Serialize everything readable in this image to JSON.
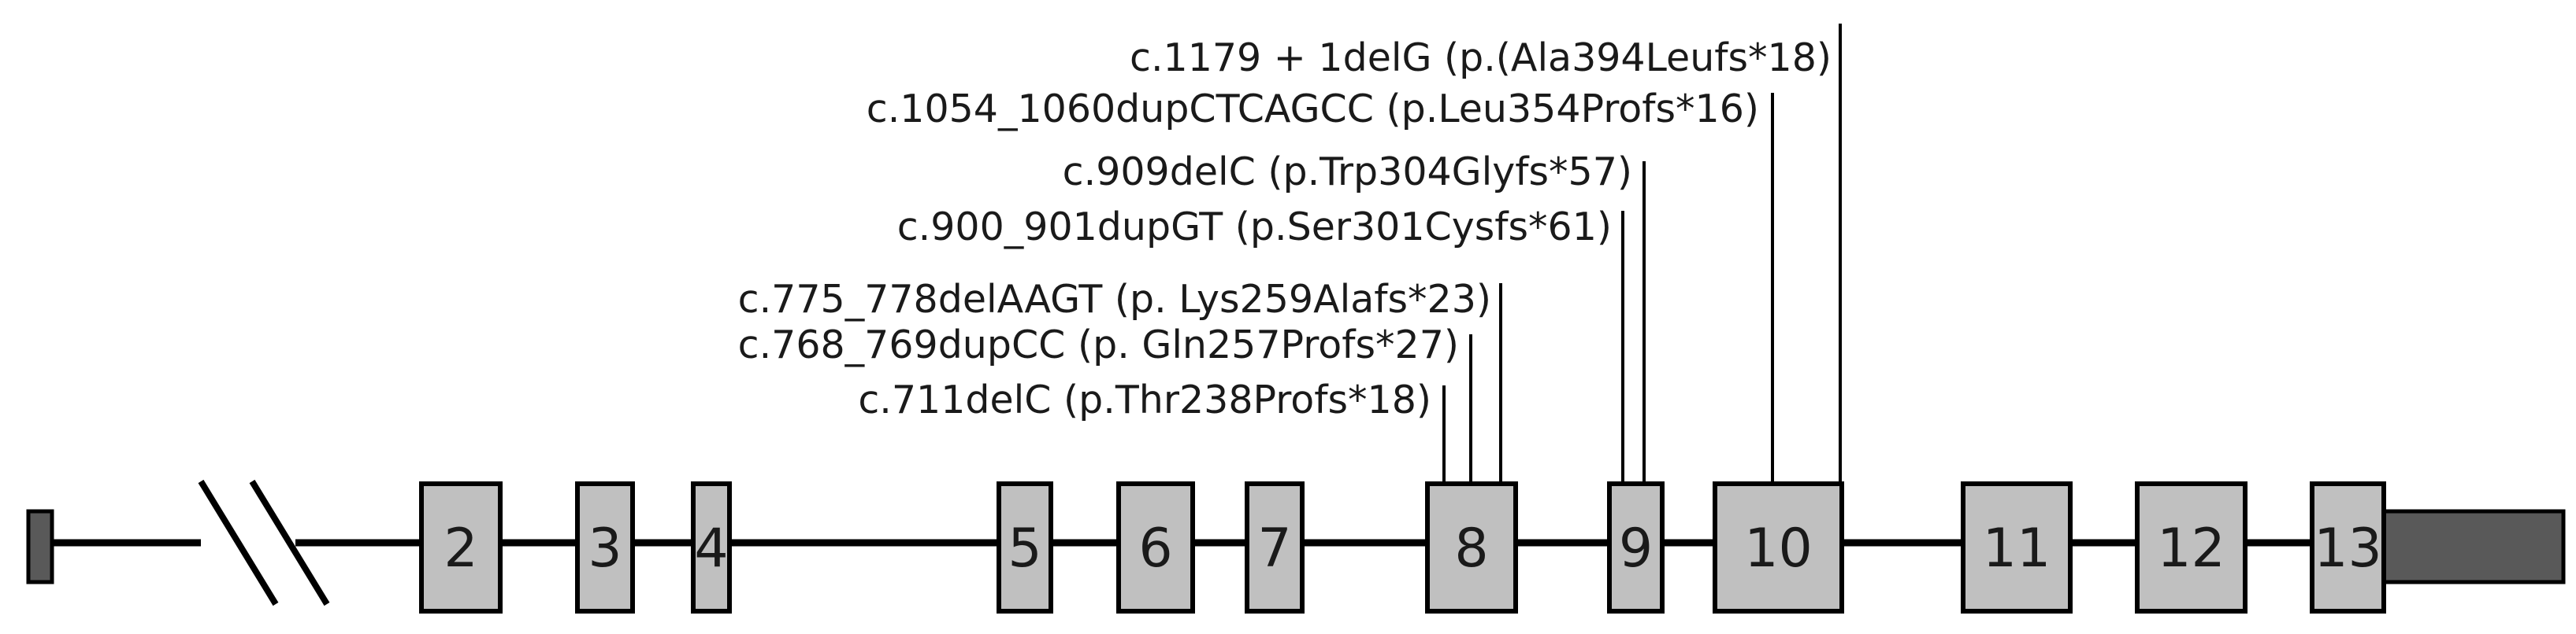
{
  "colors": {
    "exon_fill": "#c0c0c0",
    "utr_fill": "#595959",
    "line": "#000000",
    "text": "#1a1a1a"
  },
  "exons": [
    {
      "label": "2"
    },
    {
      "label": "3"
    },
    {
      "label": "4"
    },
    {
      "label": "5"
    },
    {
      "label": "6"
    },
    {
      "label": "7"
    },
    {
      "label": "8"
    },
    {
      "label": "9"
    },
    {
      "label": "10"
    },
    {
      "label": "11"
    },
    {
      "label": "12"
    },
    {
      "label": "13"
    }
  ],
  "variants": [
    {
      "text": "c.1179 + 1delG (p.(Ala394Leufs*18)",
      "exon": "10"
    },
    {
      "text": "c.1054_1060dupCTCAGCC (p.Leu354Profs*16)",
      "exon": "10"
    },
    {
      "text": "c.909delC (p.Trp304Glyfs*57)",
      "exon": "9"
    },
    {
      "text": "c.900_901dupGT (p.Ser301Cysfs*61)",
      "exon": "9"
    },
    {
      "text": "c.775_778delAAGT (p. Lys259Alafs*23)",
      "exon": "8"
    },
    {
      "text": "c.768_769dupCC (p. Gln257Profs*27)",
      "exon": "8"
    },
    {
      "text": "c.711delC (p.Thr238Profs*18)",
      "exon": "8"
    }
  ]
}
